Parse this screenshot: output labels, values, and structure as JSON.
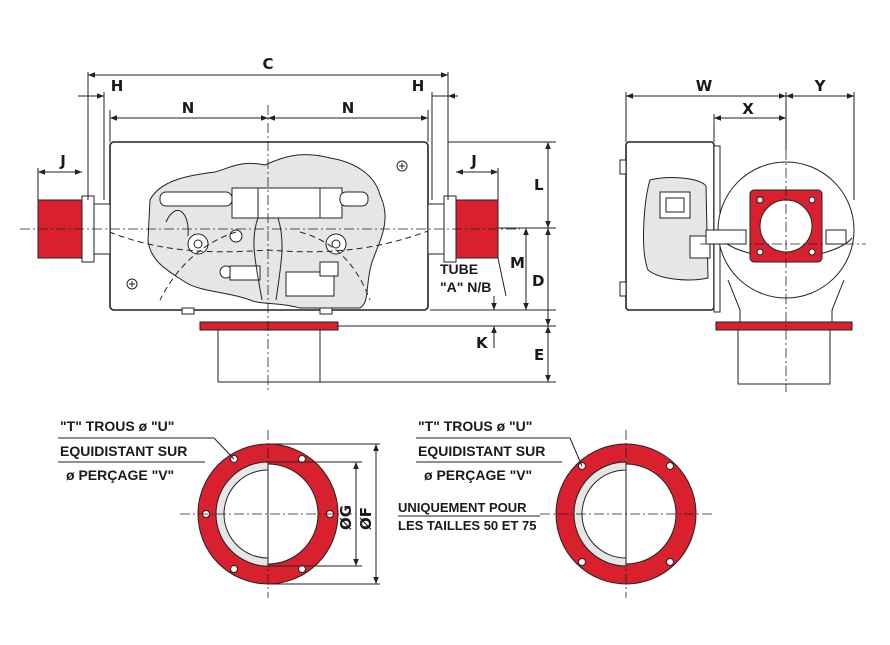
{
  "colors": {
    "flange_red": "#d9202e",
    "cutaway_grey": "#e6e6e6",
    "line": "#222222"
  },
  "dimensions": {
    "C": "C",
    "H_left": "H",
    "H_right": "H",
    "N_left": "N",
    "N_right": "N",
    "J_left": "J",
    "J_right": "J",
    "L": "L",
    "M": "M",
    "D": "D",
    "K": "K",
    "E": "E",
    "W": "W",
    "X": "X",
    "Y": "Y"
  },
  "tube_note": {
    "line1": "TUBE",
    "line2": "\"A\" N/B"
  },
  "flange_left": {
    "note_line1": "\"T\" TROUS  ø \"U\"",
    "note_line2": "EQUIDISTANT SUR",
    "note_line3": "ø  PERÇAGE \"V\"",
    "dim_g": "ØG",
    "dim_f": "ØF"
  },
  "flange_right": {
    "note_line1": "\"T\" TROUS  ø \"U\"",
    "note_line2": "EQUIDISTANT SUR",
    "note_line3": "ø  PERÇAGE \"V\"",
    "size_note_line1": "UNIQUEMENT POUR",
    "size_note_line2": "LES TAILLES 50 ET 75"
  }
}
